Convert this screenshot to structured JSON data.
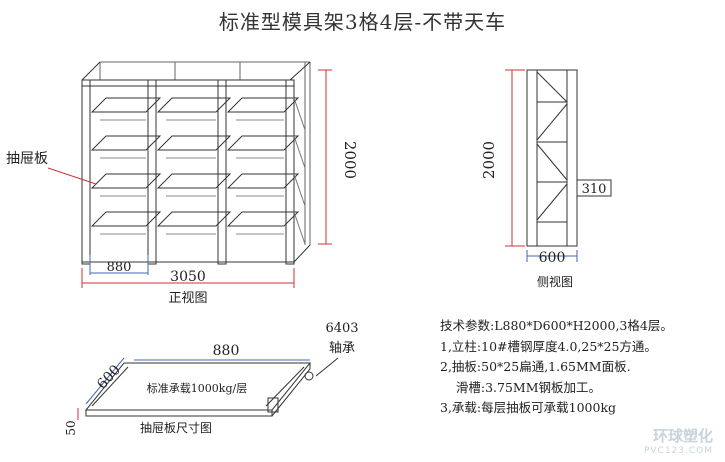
{
  "title": "标准型模具架3格4层-不带天车",
  "front_view": {
    "callout": "抽屉板",
    "height": "2000",
    "bay_width": "880",
    "total_width": "3050",
    "caption": "正视图"
  },
  "side_view": {
    "height": "2000",
    "depth": "600",
    "extension": "310",
    "caption": "侧视图"
  },
  "drawer_view": {
    "part_no": "6403",
    "part_name": "轴承",
    "width": "880",
    "depth": "600",
    "thickness": "50",
    "load_note": "标准承载1000kg/层",
    "caption": "抽屉板尺寸图"
  },
  "specs": [
    "技术参数:L880*D600*H2000,3格4层。",
    "1,立柱:10#槽钢厚度4.0,25*25方通。",
    "2,抽板:50*25扁通,1.65MM面板.",
    "    滑槽:3.75MM钢板加工。",
    "3,承载:每层抽板可承载1000kg"
  ],
  "watermark": {
    "cn": "环球塑化",
    "en": "PVC123.COM"
  },
  "colors": {
    "line": "#333333",
    "dimension": "#cc3333",
    "dimension_blue": "#4466bb"
  }
}
